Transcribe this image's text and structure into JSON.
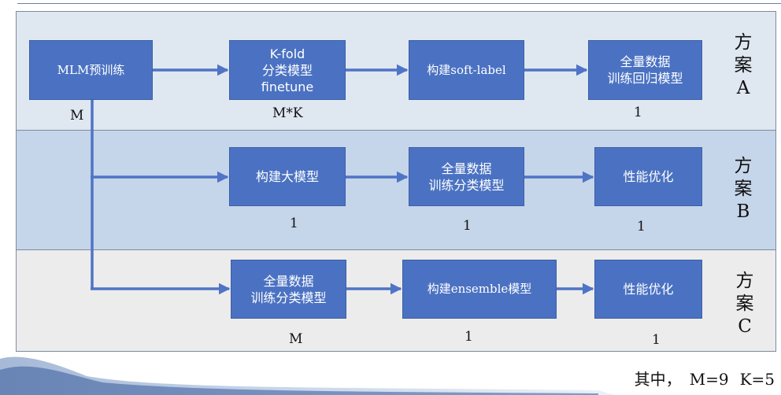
{
  "schemes": {
    "a": [
      "方",
      "案",
      "A"
    ],
    "b": [
      "方",
      "案",
      "B"
    ],
    "c": [
      "方",
      "案",
      "C"
    ]
  },
  "boxes": {
    "mlm": "MLM预训练",
    "kfold": "K-fold\n分类模型\nfinetune",
    "soft_label": "构建soft-label",
    "a_full_reg": "全量数据\n训练回归模型",
    "big_model": "构建大模型",
    "b_full_cls": "全量数据\n训练分类模型",
    "b_perf": "性能优化",
    "c_full_cls": "全量数据\n训练分类模型",
    "ensemble": "构建ensemble模型",
    "c_perf": "性能优化"
  },
  "counts": {
    "mlm": "M",
    "kfold": "M*K",
    "a_full_reg": "1",
    "big_model": "1",
    "b_full_cls": "1",
    "b_perf": "1",
    "c_full_cls": "M",
    "ensemble": "1",
    "c_perf": "1"
  },
  "footnote": {
    "prefix": "其中，",
    "m": "M=9",
    "k": "K=5"
  },
  "colors": {
    "box": "#4b72c2",
    "arrow": "#4f74c6",
    "band_a": "#dfe7f1",
    "band_b": "#c5d5ea",
    "band_c": "#ececec"
  }
}
